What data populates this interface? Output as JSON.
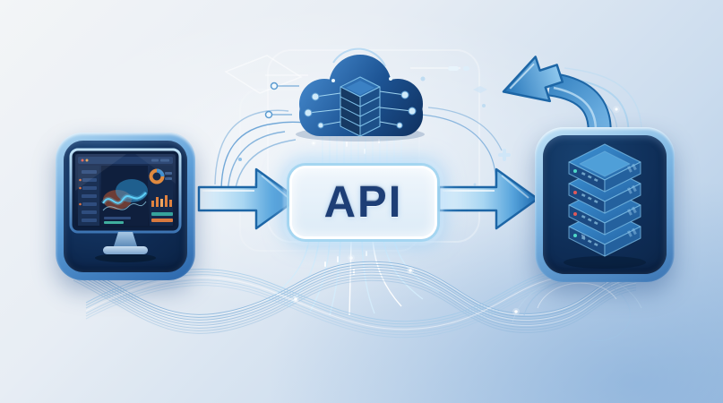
{
  "illustration": {
    "api_box": {
      "label": "API"
    },
    "icons": [
      {
        "name": "monitor-dashboard-icon",
        "depicts": "computer monitor showing analytics dashboard"
      },
      {
        "name": "cloud-server-icon",
        "depicts": "cloud containing server tower with network nodes"
      },
      {
        "name": "database-stack-icon",
        "depicts": "isometric stack of four database servers"
      },
      {
        "name": "request-arrow-icon",
        "depicts": "blue arrow pointing right from client to API"
      },
      {
        "name": "response-arrow-icon",
        "depicts": "blue arrow pointing right from API to database"
      },
      {
        "name": "return-arrow-icon",
        "depicts": "curved blue arrow from database back toward cloud"
      }
    ],
    "colors": {
      "background_start": "#f3f5f7",
      "background_end": "#a9c6e4",
      "tile_border_light": "#aed7f2",
      "tile_border_dark": "#2b66ab",
      "tile_interior": "#0e2a52",
      "cloud_top": "#4a90d4",
      "cloud_bottom": "#0f3160",
      "arrow_light": "#eef7fd",
      "arrow_dark": "#2273b8",
      "arrow_outline": "#1d66a6",
      "api_text": "#1d3e76",
      "api_glow": "#9fd4f0",
      "stream_line": "#86b3da",
      "led_teal": "#4fd8c8",
      "led_red": "#e05a5a",
      "accent_orange": "#e0823f"
    }
  }
}
